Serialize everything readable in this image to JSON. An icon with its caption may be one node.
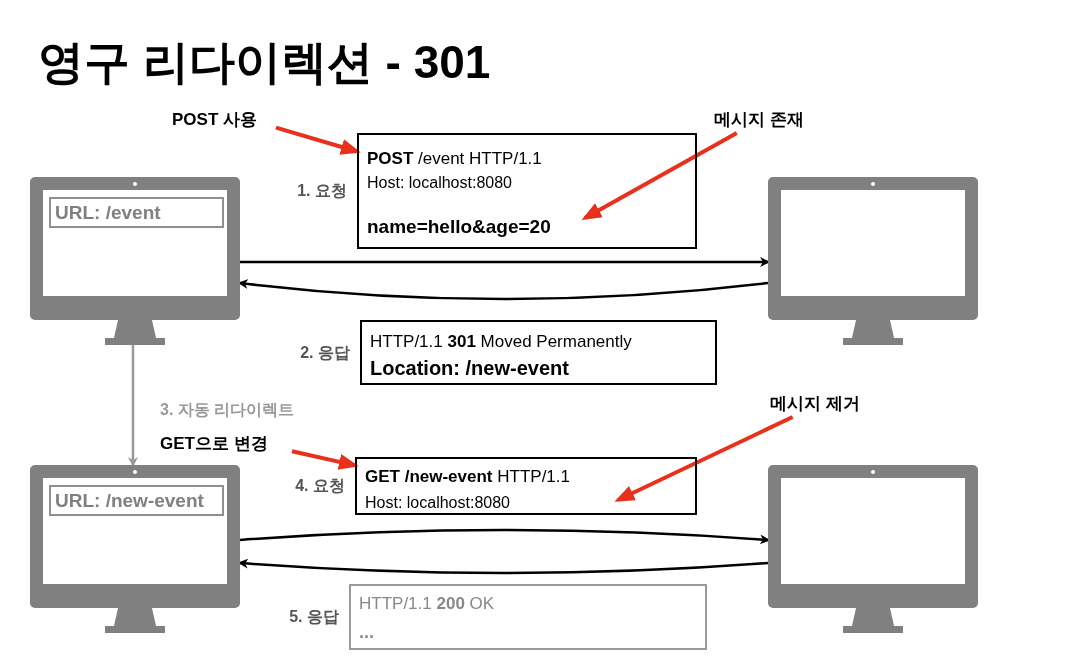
{
  "diagram": {
    "title": "영구 리다이렉션 - 301",
    "nodes": [
      {
        "text": [],
        "shape": "monitor"
      },
      {
        "text": [
          "URL: /event"
        ],
        "in": 0
      },
      {
        "text": [],
        "shape": "monitor"
      },
      {
        "text": [],
        "shape": "monitor"
      },
      {
        "text": [
          "URL: /new-event"
        ],
        "in": 3
      },
      {
        "text": [],
        "shape": "monitor"
      },
      {
        "text": [
          "**POST** /event HTTP/1.1",
          "Host: localhost:8080",
          "name=hello&age=20"
        ],
        "beside": [
          "1. 요청"
        ]
      },
      {
        "text": [
          "HTTP/1.1 **301** Moved Permanently",
          "Location: /new-event"
        ],
        "beside": [
          "2. 응답"
        ]
      },
      {
        "text": [
          "**GET /new-event** HTTP/1.1",
          "Host: localhost:8080"
        ],
        "beside": [
          "4. 요청"
        ]
      },
      {
        "text": [
          "HTTP/1.1 **200** OK",
          "..."
        ],
        "beside": [
          "5. 응답"
        ]
      },
      {
        "text": [
          "POST 사용"
        ]
      },
      {
        "text": [
          "메시지 존재"
        ]
      },
      {
        "text": [
          "GET으로 변경"
        ]
      },
      {
        "text": [
          "메시지 제거"
        ]
      }
    ],
    "edges": [
      {
        "from": 0,
        "to": 2,
        "arrow": "to"
      },
      {
        "from": 2,
        "to": 0,
        "arrow": "to"
      },
      {
        "from": 0,
        "to": 3,
        "arrow": "to",
        "label": "3. 자동 리다이렉트",
        "color": "#999999"
      },
      {
        "from": 3,
        "to": 5,
        "arrow": "to"
      },
      {
        "from": 5,
        "to": 3,
        "arrow": "to"
      },
      {
        "from": 10,
        "to": 6,
        "arrow": "to",
        "color": "#e8301c"
      },
      {
        "from": 11,
        "to": 6,
        "arrow": "to",
        "color": "#e8301c"
      },
      {
        "from": 12,
        "to": 8,
        "arrow": "to",
        "color": "#e8301c"
      },
      {
        "from": 13,
        "to": 8,
        "arrow": "to",
        "color": "#e8301c"
      }
    ]
  }
}
